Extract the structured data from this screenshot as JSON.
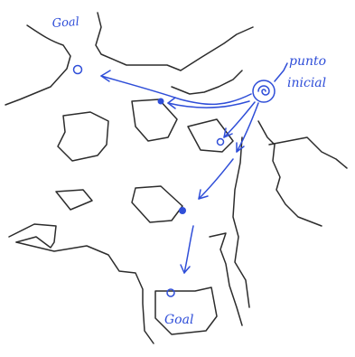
{
  "labels": {
    "goal_top": "Goal",
    "start_line1": "punto",
    "start_line2": "inicial",
    "goal_bottom": "Goal"
  },
  "colors": {
    "ink": "#2f4ed8",
    "pencil": "#2c2c2c"
  }
}
